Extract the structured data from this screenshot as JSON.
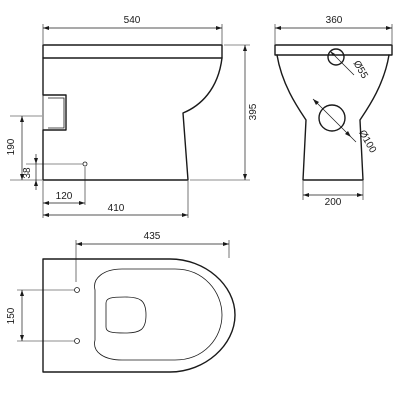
{
  "dimensions": {
    "side_width": "540",
    "side_height": "395",
    "side_inlet_height": "190",
    "side_outlet_height": "38",
    "side_outlet_offset": "120",
    "side_base_depth": "410",
    "front_width": "360",
    "front_small_hole": "Ø55",
    "front_large_hole": "Ø100",
    "front_base_width": "200",
    "plan_length": "435",
    "plan_fixing_centres": "150"
  }
}
